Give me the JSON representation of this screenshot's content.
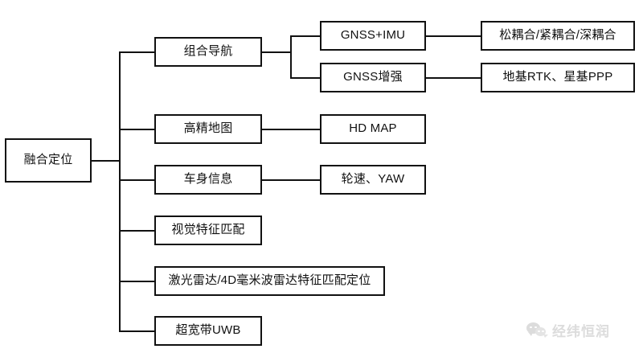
{
  "diagram": {
    "type": "tree",
    "root": {
      "label": "融合定位"
    },
    "branches": [
      {
        "label": "组合导航",
        "children": [
          {
            "label": "GNSS+IMU",
            "children": [
              {
                "label": "松耦合/紧耦合/深耦合"
              }
            ]
          },
          {
            "label": "GNSS增强",
            "children": [
              {
                "label": "地基RTK、星基PPP"
              }
            ]
          }
        ]
      },
      {
        "label": "高精地图",
        "children": [
          {
            "label": "HD MAP"
          }
        ]
      },
      {
        "label": "车身信息",
        "children": [
          {
            "label": "轮速、YAW"
          }
        ]
      },
      {
        "label": "视觉特征匹配",
        "children": []
      },
      {
        "label": "激光雷达/4D毫米波雷达特征匹配定位",
        "children": []
      },
      {
        "label": "超宽带UWB",
        "children": []
      }
    ]
  },
  "watermark": {
    "text": "经纬恒润",
    "logo_icon": "wechat-icon",
    "color": "#dcdcdc"
  },
  "style": {
    "background": "#ffffff",
    "line_color": "#111111",
    "text_color": "#111111"
  }
}
